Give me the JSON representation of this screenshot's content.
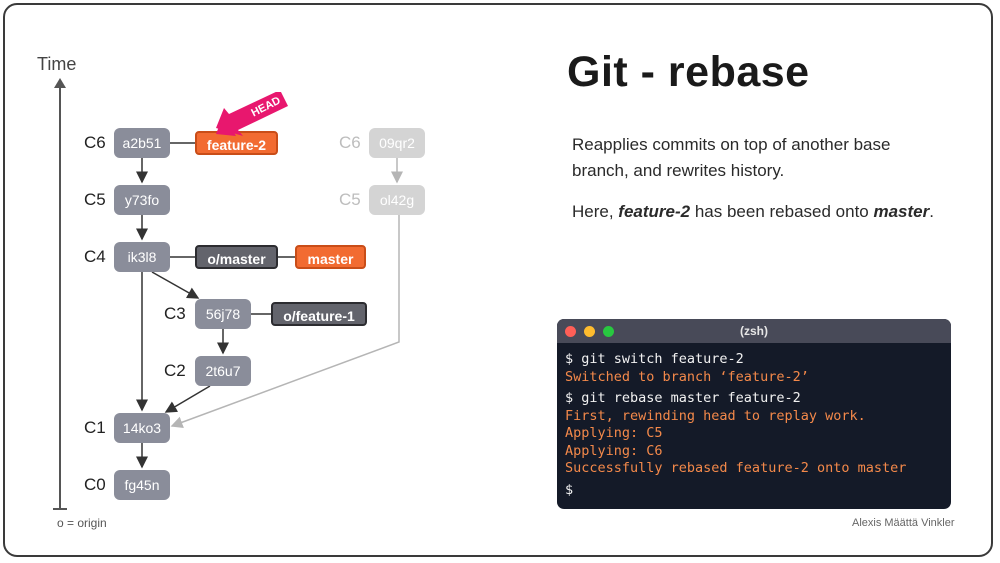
{
  "axis": {
    "label": "Time",
    "note": "o = origin"
  },
  "title": "Git - rebase",
  "description": {
    "line1": "Reapplies commits on top of another base branch, and rewrites history.",
    "line2_pre": "Here, ",
    "line2_branch": "feature-2",
    "line2_mid": " has been rebased onto ",
    "line2_target": "master",
    "line2_end": "."
  },
  "commits": {
    "c6": {
      "label": "C6",
      "hash": "a2b51"
    },
    "c5": {
      "label": "C5",
      "hash": "y73fo"
    },
    "c4": {
      "label": "C4",
      "hash": "ik3l8"
    },
    "c3": {
      "label": "C3",
      "hash": "56j78"
    },
    "c2": {
      "label": "C2",
      "hash": "2t6u7"
    },
    "c1": {
      "label": "C1",
      "hash": "14ko3"
    },
    "c0": {
      "label": "C0",
      "hash": "fg45n"
    },
    "old_c6": {
      "label": "C6",
      "hash": "09qr2"
    },
    "old_c5": {
      "label": "C5",
      "hash": "ol42g"
    }
  },
  "refs": {
    "feature2": "feature-2",
    "origin_master": "o/master",
    "master": "master",
    "origin_feature1": "o/feature-1",
    "head": "HEAD"
  },
  "terminal": {
    "title": "(zsh)",
    "lines": [
      "$ git switch feature-2",
      "Switched to branch ‘feature-2’",
      "$ git rebase master feature-2",
      "First, rewinding head to replay work.",
      "Applying: C5",
      "Applying: C6",
      "Successfully rebased feature-2 onto master",
      "$"
    ]
  },
  "credit": "Alexis Määttä Vinkler",
  "colors": {
    "commit": "#8a8d9a",
    "commit_faded": "#d4d4d4",
    "ref_orange": "#f26b31",
    "ref_dark": "#63646c",
    "head": "#e8176e",
    "terminal_bg": "#141a28",
    "terminal_output": "#f4894a"
  }
}
